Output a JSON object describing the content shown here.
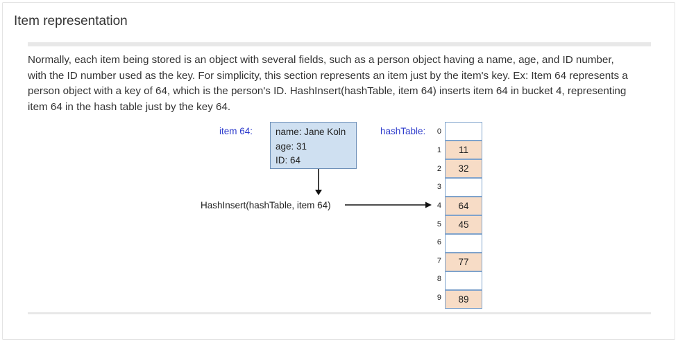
{
  "section_title": "Item representation",
  "paragraph_lines": [
    "Normally, each item being stored is an object with several fields, such as a person object having a name, age, and ID number,",
    "with the ID number used as the key. For simplicity, this section represents an item just by the item's key. Ex: Item 64 represents a",
    "person object with a key of 64, which is the person's ID. HashInsert(hashTable, item 64) inserts item 64 in bucket 4, representing",
    "item 64 in the hash table just by the key 64."
  ],
  "figure": {
    "item_label": "item 64:",
    "item_fields": [
      "name: Jane Koln",
      "age: 31",
      "ID: 64"
    ],
    "table_label": "hashTable:",
    "call_text": "HashInsert(hashTable, item 64)",
    "buckets": [
      {
        "index": "0",
        "value": ""
      },
      {
        "index": "1",
        "value": "11"
      },
      {
        "index": "2",
        "value": "32"
      },
      {
        "index": "3",
        "value": ""
      },
      {
        "index": "4",
        "value": "64"
      },
      {
        "index": "5",
        "value": "45"
      },
      {
        "index": "6",
        "value": ""
      },
      {
        "index": "7",
        "value": "77"
      },
      {
        "index": "8",
        "value": ""
      },
      {
        "index": "9",
        "value": "89"
      }
    ]
  },
  "colors": {
    "label_blue": "#2d3bcc",
    "object_fill": "#cfe0f1",
    "object_border": "#6e90b8",
    "cell_filled": "#f7dcc6",
    "cell_border": "#7fa3cc"
  }
}
